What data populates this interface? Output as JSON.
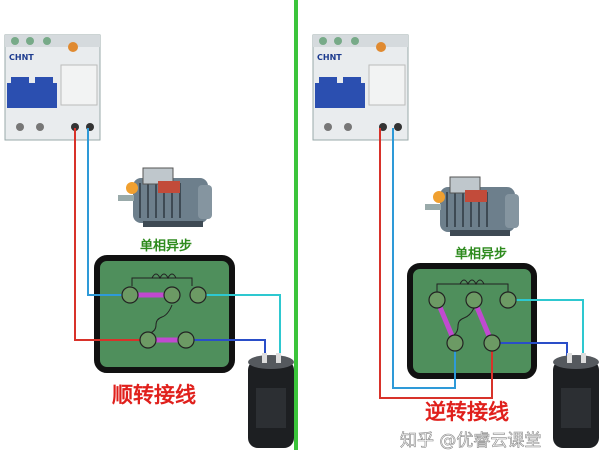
{
  "left_panel": {
    "breaker_brand": "CHNT",
    "motor_label": "单相异步",
    "caption": "顺转接线"
  },
  "right_panel": {
    "breaker_brand": "CHNT",
    "motor_label": "单相异步",
    "caption": "逆转接线"
  },
  "watermark": "知乎 @优睿云课堂",
  "colors": {
    "divider": "#3bc43b",
    "live_wire": "#d8322a",
    "neutral_wire": "#2a4ec8",
    "capacitor_wire": "#2ec8d0",
    "jumper": "#c04ad0",
    "terminal_box": "#4f8f5c"
  }
}
